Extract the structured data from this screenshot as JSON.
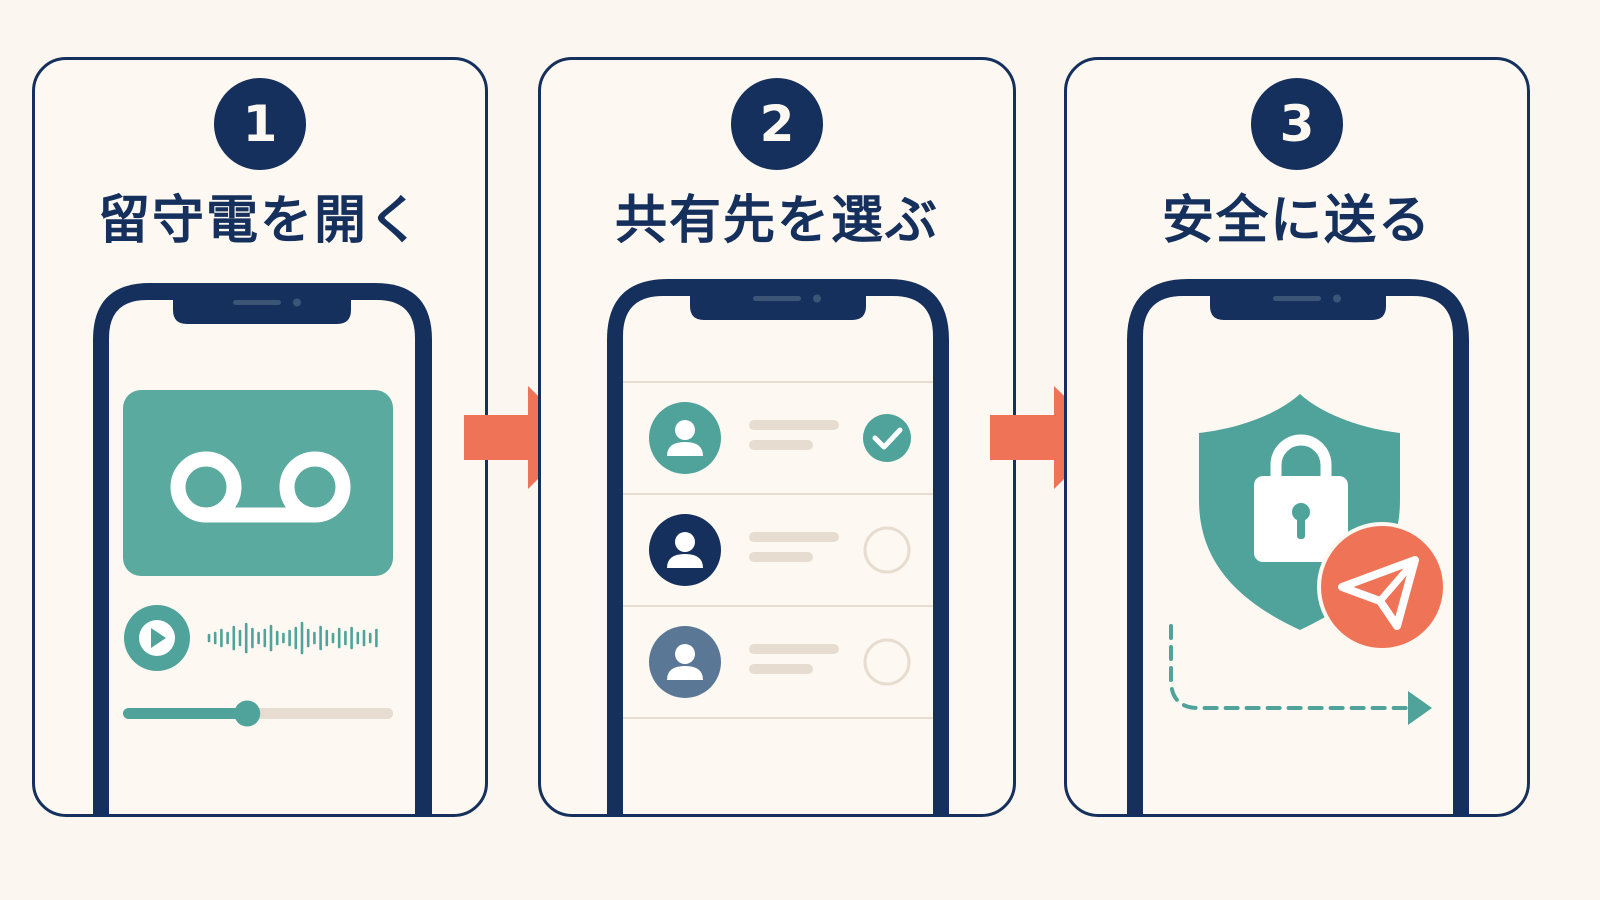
{
  "steps": [
    {
      "number": "1",
      "title": "留守電を開く",
      "icon": "voicemail-icon"
    },
    {
      "number": "2",
      "title": "共有先を選ぶ",
      "icon": "contact-list"
    },
    {
      "number": "3",
      "title": "安全に送る",
      "icon": "shield-lock-icon"
    }
  ],
  "playback": {
    "progress": 0.46
  },
  "contacts": [
    {
      "selected": true,
      "avatar_color": "#4fa39a"
    },
    {
      "selected": false,
      "avatar_color": "#15305c"
    },
    {
      "selected": false,
      "avatar_color": "#5a7896"
    }
  ],
  "colors": {
    "navy": "#15305c",
    "teal": "#4fa39a",
    "coral": "#ef7357",
    "beige": "#e6ddd0",
    "background": "#fbf6ef"
  }
}
